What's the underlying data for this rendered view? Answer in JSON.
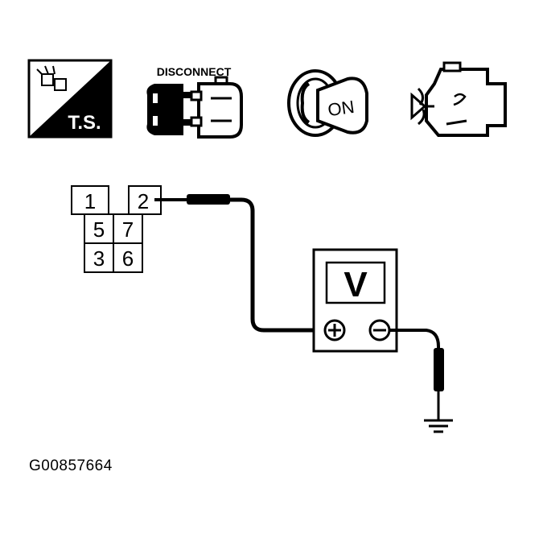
{
  "icons": {
    "test_symbol_label": "T.S.",
    "disconnect_label": "DISCONNECT",
    "ignition_label": "ON"
  },
  "connector": {
    "terminals": [
      "1",
      "2",
      "5",
      "7",
      "3",
      "6"
    ]
  },
  "meter": {
    "symbol": "V",
    "positive_terminal": "+",
    "negative_terminal": "−"
  },
  "figure_id": "G00857664"
}
